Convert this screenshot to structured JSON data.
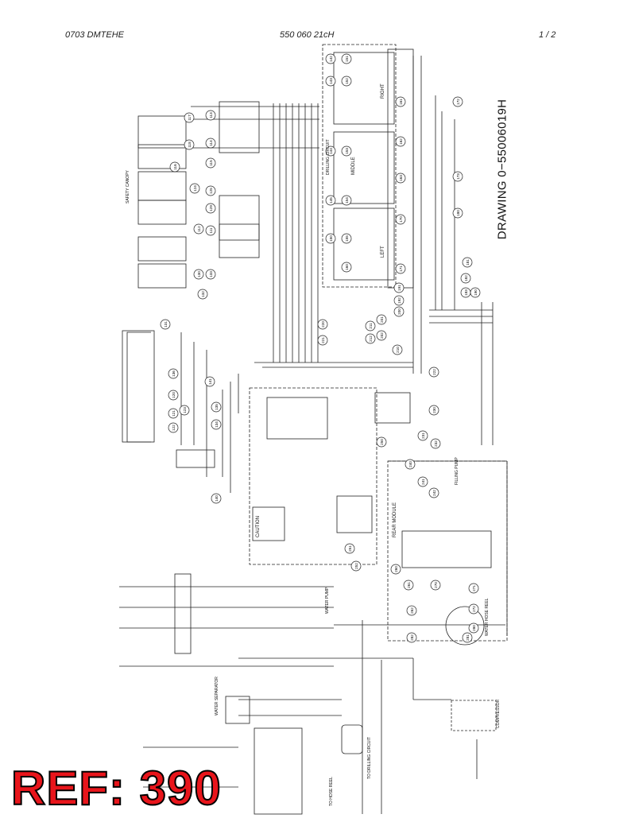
{
  "header": {
    "doc_code": "0703 DMTEHE",
    "part_number": "550 060 21cH",
    "page": "1 /  2"
  },
  "drawing_label": "DRAWING 0−55006019H",
  "ref_stamp": "REF: 390",
  "labels": {
    "right": "RIGHT",
    "middle": "MIDDLE",
    "left": "LEFT",
    "drilling_circuit": "DRILLING CIRCUIT",
    "rear_module": "REAR MODULE",
    "water_pump": "WATER PUMP",
    "water_separator": "WATER SEPARATOR",
    "compressor": "COMPRESSOR",
    "caution": "CAUTION",
    "to_drilling_circuit": "TO DRILLING CIRCUIT",
    "to_hose_reel": "TO HOSE REEL",
    "filling_pump": "FILLING PUMP",
    "water_hose_reel": "WATER HOSE REEL",
    "safety_canopy": "SAFETY CANOPY"
  },
  "callouts": [
    "117",
    "118",
    "116",
    "113",
    "114",
    "115",
    "124",
    "125",
    "129",
    "112",
    "111",
    "130",
    "133",
    "132",
    "131",
    "136",
    "120",
    "121",
    "122",
    "123",
    "135",
    "134",
    "140",
    "141",
    "142",
    "143",
    "144",
    "145",
    "150",
    "151",
    "152",
    "153",
    "154",
    "155",
    "160",
    "161",
    "162",
    "163",
    "170",
    "171",
    "172",
    "173",
    "180",
    "181",
    "182",
    "183",
    "190",
    "191",
    "192",
    "200",
    "201",
    "202",
    "210",
    "211",
    "212",
    "220",
    "221",
    "222",
    "230",
    "231",
    "232",
    "240",
    "241",
    "242",
    "250",
    "251",
    "252",
    "260",
    "261",
    "262",
    "270",
    "271",
    "272",
    "280",
    "281",
    "282"
  ],
  "colors": {
    "line": "#222222",
    "stamp": "#e8151b",
    "stamp_outline": "#000000"
  }
}
